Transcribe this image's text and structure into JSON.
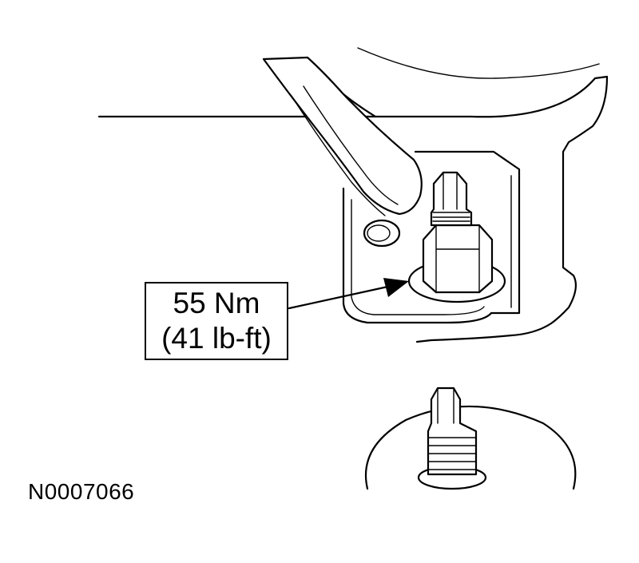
{
  "callout": {
    "torque_metric": "55 Nm",
    "torque_imperial": "(41 lb-ft)"
  },
  "figure_id": "N0007066"
}
